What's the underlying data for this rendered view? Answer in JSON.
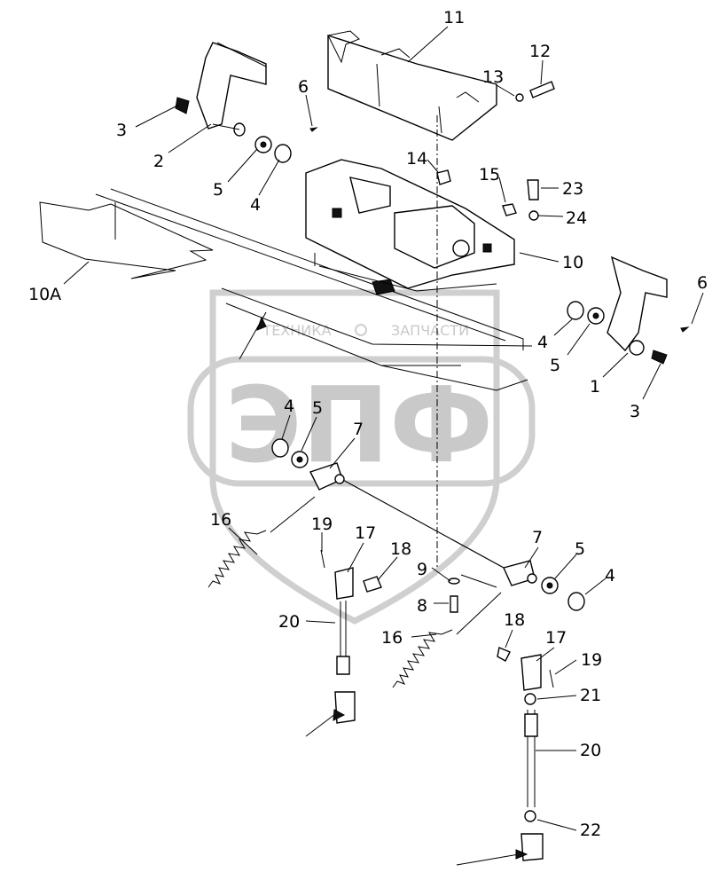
{
  "watermark": {
    "big_text": "ЭПФ",
    "small_text_left": "ТЕХНИКА",
    "small_text_right": "ЗАПЧАСТИ"
  },
  "callouts": [
    {
      "id": "c-11a",
      "text": "11"
    },
    {
      "id": "c-12",
      "text": "12"
    },
    {
      "id": "c-13",
      "text": "13"
    },
    {
      "id": "c-6a",
      "text": "6"
    },
    {
      "id": "c-3a",
      "text": "3"
    },
    {
      "id": "c-2",
      "text": "2"
    },
    {
      "id": "c-5a",
      "text": "5"
    },
    {
      "id": "c-4a",
      "text": "4"
    },
    {
      "id": "c-14",
      "text": "14"
    },
    {
      "id": "c-15",
      "text": "15"
    },
    {
      "id": "c-23",
      "text": "23"
    },
    {
      "id": "c-24",
      "text": "24"
    },
    {
      "id": "c-10",
      "text": "10"
    },
    {
      "id": "c-10A",
      "text": "10A"
    },
    {
      "id": "c-6b",
      "text": "6"
    },
    {
      "id": "c-4b",
      "text": "4"
    },
    {
      "id": "c-5b",
      "text": "5"
    },
    {
      "id": "c-1",
      "text": "1"
    },
    {
      "id": "c-3b",
      "text": "3"
    },
    {
      "id": "c-4c",
      "text": "4"
    },
    {
      "id": "c-5c",
      "text": "5"
    },
    {
      "id": "c-7a",
      "text": "7"
    },
    {
      "id": "c-16a",
      "text": "16"
    },
    {
      "id": "c-19a",
      "text": "19"
    },
    {
      "id": "c-17a",
      "text": "17"
    },
    {
      "id": "c-18a",
      "text": "18"
    },
    {
      "id": "c-9",
      "text": "9"
    },
    {
      "id": "c-8",
      "text": "8"
    },
    {
      "id": "c-7b",
      "text": "7"
    },
    {
      "id": "c-5d",
      "text": "5"
    },
    {
      "id": "c-4d",
      "text": "4"
    },
    {
      "id": "c-20a",
      "text": "20"
    },
    {
      "id": "c-16b",
      "text": "16"
    },
    {
      "id": "c-18b",
      "text": "18"
    },
    {
      "id": "c-17b",
      "text": "17"
    },
    {
      "id": "c-19b",
      "text": "19"
    },
    {
      "id": "c-21",
      "text": "21"
    },
    {
      "id": "c-20b",
      "text": "20"
    },
    {
      "id": "c-22",
      "text": "22"
    }
  ]
}
